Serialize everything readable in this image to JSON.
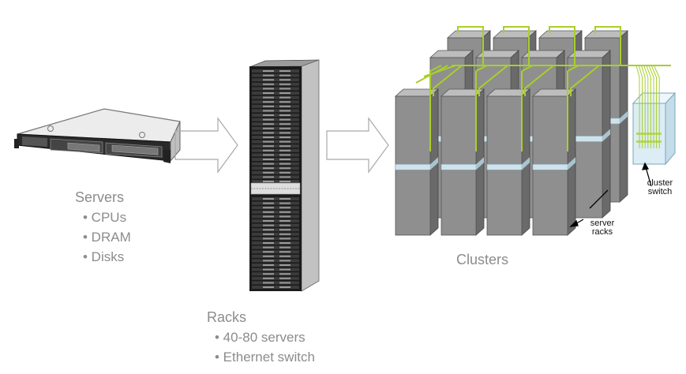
{
  "servers": {
    "title": "Servers",
    "bullets": [
      "• CPUs",
      "• DRAM",
      "• Disks"
    ]
  },
  "racks": {
    "title": "Racks",
    "bullets": [
      "• 40-80 servers",
      "• Ethernet switch"
    ]
  },
  "clusters": {
    "title": "Clusters",
    "server_racks_label": [
      "server",
      "racks"
    ],
    "cluster_switch_label": [
      "cluster",
      "switch"
    ]
  },
  "colors": {
    "text": "#8c8c8c",
    "rack_front": "#8f8f8f",
    "rack_side": "#6a6a6a",
    "rack_top": "#bdbdbd",
    "band": "#cfe3ec",
    "cable": "#a8cf2b",
    "switch_fill": "#dcedf5"
  }
}
